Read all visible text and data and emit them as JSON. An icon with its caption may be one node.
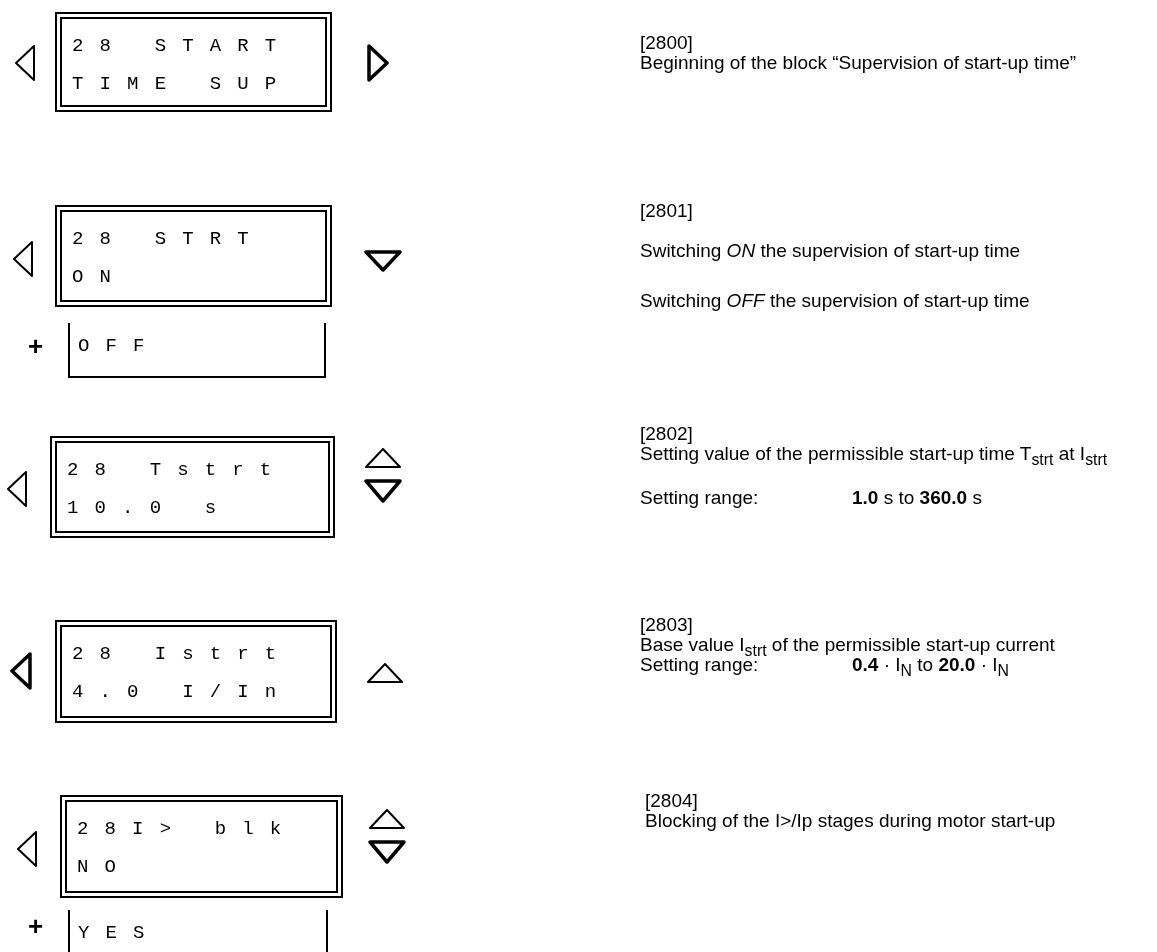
{
  "diagram": {
    "nodes": [
      {
        "text": [
          "28 START",
          "TIME SUP"
        ]
      },
      {
        "text": [
          "28 STRT",
          "ON"
        ]
      },
      {
        "text": [
          "OFF"
        ]
      },
      {
        "text": [
          "28 Tstrt",
          "10.0 s"
        ]
      },
      {
        "text": [
          "28 Istrt",
          "4.0 I/In"
        ]
      },
      {
        "text": [
          "28I> blk",
          "NO"
        ]
      },
      {
        "text": [
          "YES"
        ]
      }
    ],
    "labels": [
      "[2800]",
      "Beginning of the block “Supervision of start-up time”",
      "[2801]",
      "Switching *ON* the supervision of start-up time",
      "+",
      "Switching *OFF* the supervision of start-up time",
      "[2802]",
      "Setting value of the permissible start-up time T$_{strt}$ at I$_{strt}$",
      "Setting range:",
      "**1.0** s to **360.0** s",
      "[2803]",
      "Base value  I$_{strt}$ of the permissible start-up current",
      "Setting range:",
      "**0.4** · I$_{N}$ to **20.0** · I$_{N}$",
      "[2804]",
      "Blocking of the I>/Ip stages during motor start-up",
      "+"
    ]
  }
}
